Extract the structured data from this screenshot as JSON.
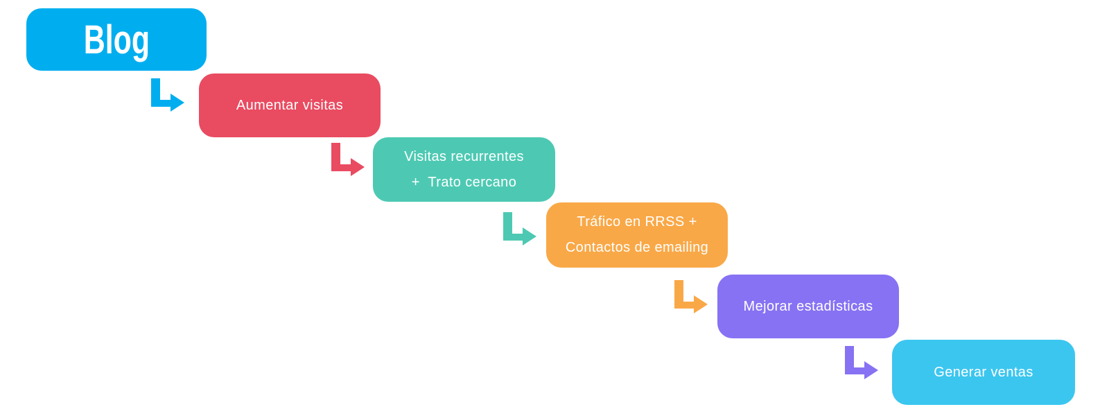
{
  "diagram": {
    "background_color": "#ffffff",
    "text_color": "#ffffff",
    "steps": [
      {
        "id": "blog",
        "color": "#00AEEF",
        "lines": [
          "Blog"
        ]
      },
      {
        "id": "aumentar-visitas",
        "color": "#E94B61",
        "lines": [
          "Aumentar visitas"
        ]
      },
      {
        "id": "visitas-recurrentes",
        "color": "#4DC9B3",
        "lines": [
          "Visitas recurrentes",
          "+  Trato cercano"
        ]
      },
      {
        "id": "trafico-rrss",
        "color": "#F9A847",
        "lines": [
          "Tráfico en RRSS +",
          "Contactos de emailing"
        ]
      },
      {
        "id": "mejorar-estadisticas",
        "color": "#8672F3",
        "lines": [
          "Mejorar estadísticas"
        ]
      },
      {
        "id": "generar-ventas",
        "color": "#3BC6F0",
        "lines": [
          "Generar ventas"
        ]
      }
    ],
    "arrows": [
      {
        "from": "blog",
        "to": "aumentar-visitas",
        "icon": "elbow-down-right-arrow",
        "color": "#00AEEF"
      },
      {
        "from": "aumentar-visitas",
        "to": "visitas-recurrentes",
        "icon": "elbow-down-right-arrow",
        "color": "#E94B61"
      },
      {
        "from": "visitas-recurrentes",
        "to": "trafico-rrss",
        "icon": "elbow-down-right-arrow",
        "color": "#4DC9B3"
      },
      {
        "from": "trafico-rrss",
        "to": "mejorar-estadisticas",
        "icon": "elbow-down-right-arrow",
        "color": "#F9A847"
      },
      {
        "from": "mejorar-estadisticas",
        "to": "generar-ventas",
        "icon": "elbow-down-right-arrow",
        "color": "#8672F3"
      }
    ]
  }
}
